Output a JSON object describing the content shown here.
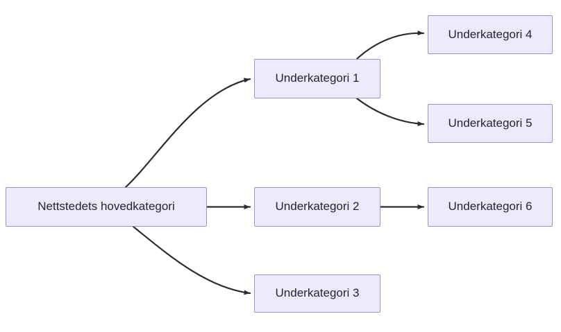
{
  "diagram": {
    "type": "flowchart",
    "direction": "left-to-right",
    "background_color": "#ffffff",
    "node_fill_color": "#ECEAFB",
    "node_border_color": "#9A8FD8",
    "node_text_color": "#1f2430",
    "edge_color": "#2b2b36",
    "nodes": [
      {
        "id": "root",
        "label": "Nettstedets hovedkategori"
      },
      {
        "id": "sub1",
        "label": "Underkategori 1"
      },
      {
        "id": "sub2",
        "label": "Underkategori 2"
      },
      {
        "id": "sub3",
        "label": "Underkategori 3"
      },
      {
        "id": "sub4",
        "label": "Underkategori 4"
      },
      {
        "id": "sub5",
        "label": "Underkategori 5"
      },
      {
        "id": "sub6",
        "label": "Underkategori 6"
      }
    ],
    "edges": [
      {
        "from": "root",
        "to": "sub1",
        "style": "curved",
        "arrow": "end"
      },
      {
        "from": "root",
        "to": "sub2",
        "style": "straight",
        "arrow": "end"
      },
      {
        "from": "root",
        "to": "sub3",
        "style": "curved",
        "arrow": "end"
      },
      {
        "from": "sub1",
        "to": "sub4",
        "style": "curved",
        "arrow": "end"
      },
      {
        "from": "sub1",
        "to": "sub5",
        "style": "curved",
        "arrow": "end"
      },
      {
        "from": "sub2",
        "to": "sub6",
        "style": "straight",
        "arrow": "end"
      }
    ]
  }
}
